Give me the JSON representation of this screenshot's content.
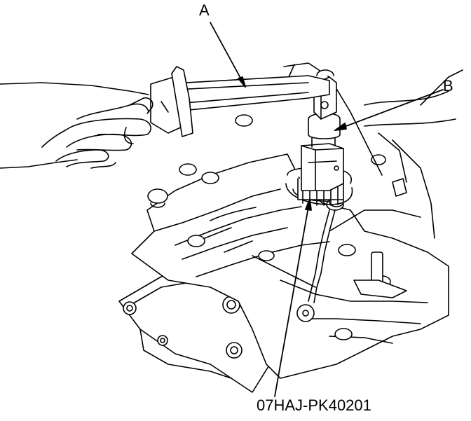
{
  "labels": {
    "a": "A",
    "b": "B",
    "tool_number": "07HAJ-PK40201"
  },
  "colors": {
    "line": "#000000",
    "background": "#ffffff"
  }
}
